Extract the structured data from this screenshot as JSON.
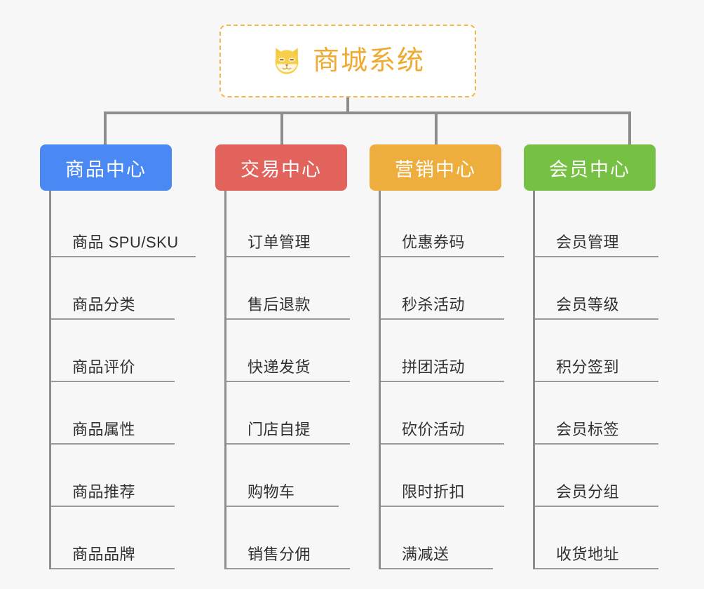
{
  "page": {
    "background_color": "#f7f7f7",
    "type": "org-chart"
  },
  "root": {
    "title": "商城系统",
    "icon": "shiba-dog-emoji",
    "text_color": "#efa92f",
    "border_color": "#f0b948",
    "background_color": "#ffffff"
  },
  "connector": {
    "color": "#8d8d8d"
  },
  "columns": [
    {
      "title": "商品中心",
      "color": "#4a89f3",
      "items": [
        "商品 SPU/SKU",
        "商品分类",
        "商品评价",
        "商品属性",
        "商品推荐",
        "商品品牌"
      ]
    },
    {
      "title": "交易中心",
      "color": "#e2625c",
      "items": [
        "订单管理",
        "售后退款",
        "快递发货",
        "门店自提",
        "购物车",
        "销售分佣"
      ]
    },
    {
      "title": "营销中心",
      "color": "#edae3e",
      "items": [
        "优惠券码",
        "秒杀活动",
        "拼团活动",
        "砍价活动",
        "限时折扣",
        "满减送"
      ]
    },
    {
      "title": "会员中心",
      "color": "#76c043",
      "items": [
        "会员管理",
        "会员等级",
        "积分签到",
        "会员标签",
        "会员分组",
        "收货地址"
      ]
    }
  ]
}
